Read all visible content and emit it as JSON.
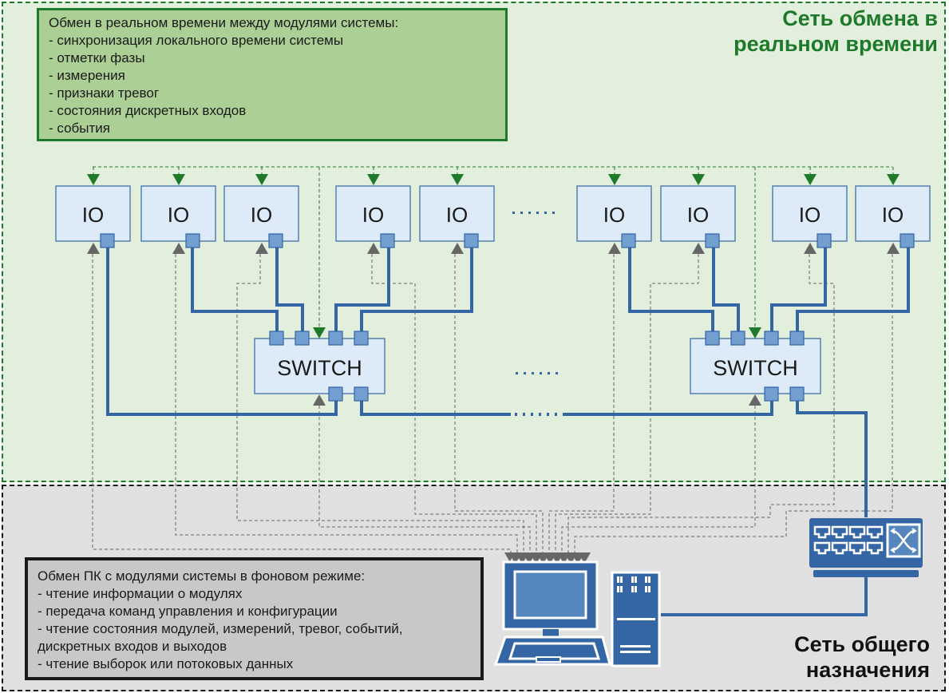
{
  "zones": {
    "realtime": {
      "title_line1": "Сеть обмена в",
      "title_line2": "реальном времени",
      "border_color": "#1e7a2a",
      "background": "#e1efdc"
    },
    "general": {
      "title_line1": "Сеть общего",
      "title_line2": "назначения",
      "border_color": "#1a1a1a",
      "background": "#e0e0e0"
    }
  },
  "notes": {
    "realtime": {
      "heading": "Обмен в реальном времени между модулями системы:",
      "items": [
        "- синхронизация локального времени системы",
        "- отметки фазы",
        "- измерения",
        "- признаки тревог",
        "- состояния дискретных входов",
        "- события"
      ]
    },
    "background": {
      "heading": "Обмен ПК с модулями системы в фоновом режиме:",
      "items": [
        "- чтение информации о модулях",
        "- передача команд управления и конфигурации",
        "- чтение состояния модулей, измерений, тревог, событий,",
        "дискретных входов и выходов",
        "- чтение выборок или потоковых данных"
      ]
    }
  },
  "io_modules": [
    {
      "label": "IO",
      "group": 1
    },
    {
      "label": "IO",
      "group": 1
    },
    {
      "label": "IO",
      "group": 1
    },
    {
      "label": "IO",
      "group": 1
    },
    {
      "label": "IO",
      "group": 1
    },
    {
      "label": "IO",
      "group": 2
    },
    {
      "label": "IO",
      "group": 2
    },
    {
      "label": "IO",
      "group": 2
    },
    {
      "label": "IO",
      "group": 2
    }
  ],
  "switches": [
    {
      "label": "SWITCH"
    },
    {
      "label": "SWITCH"
    }
  ],
  "ellipsis": "......",
  "devices": {
    "pc": "personal-computer",
    "network_switch": "ethernet-switch"
  },
  "colors": {
    "link": "#3465a4",
    "port": "#729fcf",
    "module_fill": "#ddeaf7",
    "sync_arrow": "#1e7a2a",
    "service_arrow": "#666666"
  }
}
